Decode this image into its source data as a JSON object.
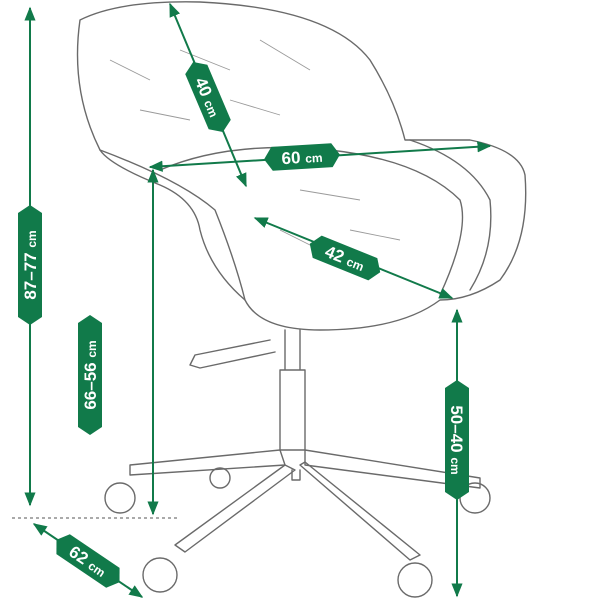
{
  "colors": {
    "accent": "#117a4a",
    "outline": "#6a6a6a"
  },
  "dimensions": {
    "total_height": {
      "value": "87–77",
      "unit": "cm"
    },
    "armrest_height": {
      "value": "66–56",
      "unit": "cm"
    },
    "backrest_height": {
      "value": "40",
      "unit": "cm"
    },
    "width": {
      "value": "60",
      "unit": "cm"
    },
    "seat_depth": {
      "value": "42",
      "unit": "cm"
    },
    "seat_height": {
      "value": "50–40",
      "unit": "cm"
    },
    "depth": {
      "value": "62",
      "unit": "cm"
    }
  }
}
